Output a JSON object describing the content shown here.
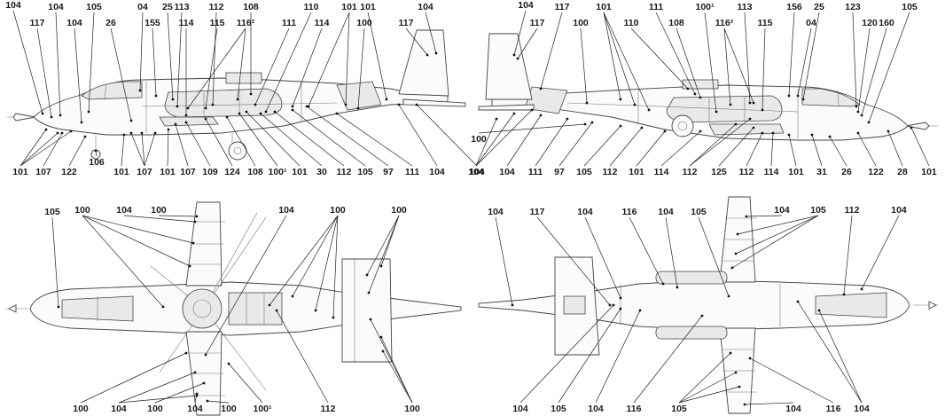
{
  "views": [
    {
      "id": "left-side",
      "labels": [
        "104",
        "117",
        "104",
        "105",
        "104",
        "26",
        "04",
        "155",
        "25",
        "113",
        "114",
        "115",
        "112",
        "116²",
        "108",
        "111",
        "110",
        "114",
        "101",
        "101",
        "117",
        "104",
        "100",
        "101",
        "107",
        "122",
        "106",
        "101",
        "107",
        "101",
        "107",
        "109",
        "124",
        "108",
        "100¹",
        "101",
        "30",
        "112",
        "105",
        "97",
        "111",
        "104",
        "104"
      ]
    },
    {
      "id": "right-side",
      "labels": [
        "104",
        "117",
        "117",
        "100",
        "101",
        "110",
        "111",
        "108",
        "100¹",
        "116²",
        "113",
        "115",
        "156",
        "25",
        "04",
        "123",
        "120",
        "160",
        "105",
        "100",
        "104",
        "104",
        "111",
        "97",
        "105",
        "112",
        "101",
        "114",
        "112",
        "125",
        "112",
        "114",
        "101",
        "31",
        "26",
        "122",
        "28",
        "101"
      ]
    },
    {
      "id": "top",
      "labels": [
        "105",
        "100",
        "104",
        "100",
        "104",
        "100",
        "100",
        "100",
        "104",
        "100",
        "104",
        "100",
        "100¹",
        "112",
        "100"
      ]
    },
    {
      "id": "bottom",
      "labels": [
        "104",
        "117",
        "104",
        "116",
        "104",
        "105",
        "104",
        "105",
        "112",
        "104",
        "104",
        "105",
        "104",
        "116",
        "105",
        "104",
        "116",
        "104"
      ]
    }
  ]
}
